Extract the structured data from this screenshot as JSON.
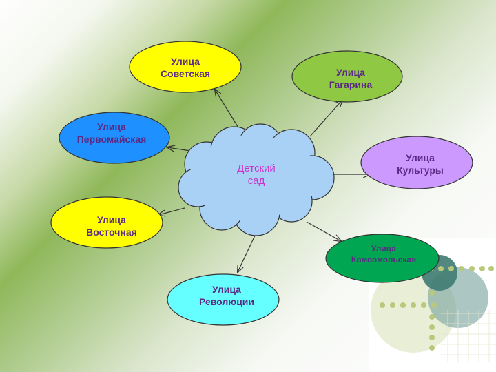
{
  "center": {
    "line1": "Детский",
    "line2": "сад",
    "fill": "#a9d1f5",
    "text_color": "#cc33cc"
  },
  "streets": [
    {
      "id": "sovetskaya",
      "line1": "Улица",
      "line2": "Советская",
      "fill": "#ffff00"
    },
    {
      "id": "gagarina",
      "line1": "Улица",
      "line2": "Гагарина",
      "fill": "#8fc842"
    },
    {
      "id": "pervomayskaya",
      "line1": "Улица",
      "line2": "Первомайская",
      "fill": "#1e90ff"
    },
    {
      "id": "kultury",
      "line1": "Улица",
      "line2": "Культуры",
      "fill": "#cc99ff"
    },
    {
      "id": "vostochnaya",
      "line1": "Улица",
      "line2": "Восточная",
      "fill": "#ffff00"
    },
    {
      "id": "komsomolskaya",
      "line1": "Улица",
      "line2": "Комсомольская",
      "fill": "#00a651"
    },
    {
      "id": "revolyutsii",
      "line1": "Улица",
      "line2": "Революции",
      "fill": "#66ffff"
    }
  ],
  "colors": {
    "text": "#5a2a84",
    "arrow": "#333333"
  }
}
